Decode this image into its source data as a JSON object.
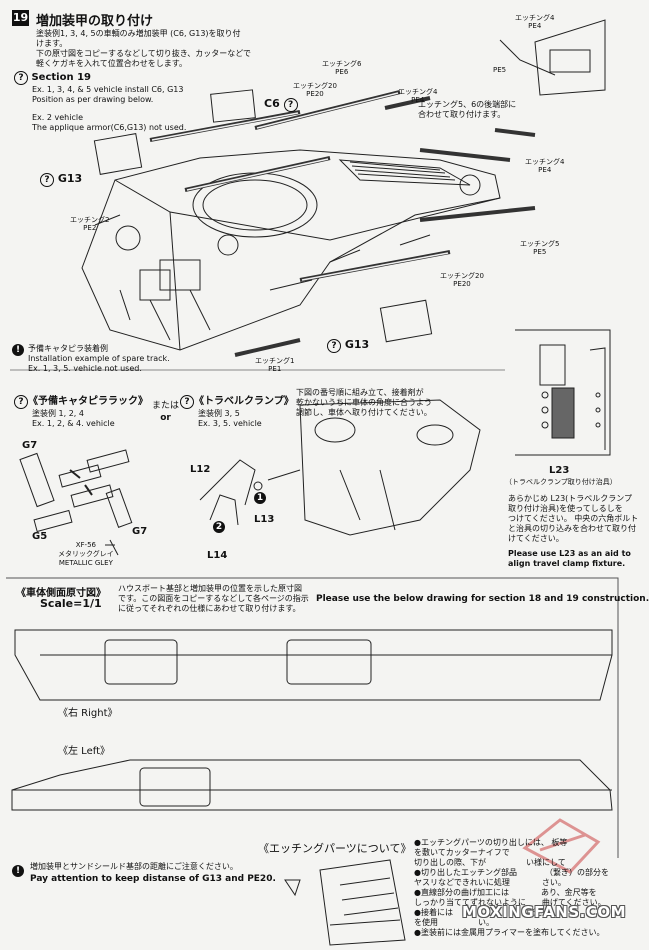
{
  "step": {
    "number": "19",
    "title_jp": "増加装甲の取り付け"
  },
  "intro_jp": [
    "塗装例1, 3, 4, 5の車輌のみ増加装甲 (C6, G13)を取り付",
    "けます。",
    "下の原寸図をコピーするなどして切り抜き、カッターなどで",
    "軽くケガキを入れて位置合わせをします。"
  ],
  "section": {
    "title": "Section 19",
    "line1": "Ex. 1, 3, 4, & 5 vehicle  install C6, G13",
    "line2": "Position as per drawing below.",
    "ex2": "Ex. 2  vehicle",
    "ex2_note": "The applique armor(C6,G13) not used."
  },
  "part_labels": {
    "c6": "C6",
    "g13_left": "G13",
    "g13_bottom": "G13",
    "pe6": [
      "エッチング6",
      "PE6"
    ],
    "pe20_top": [
      "エッチング20",
      "PE20"
    ],
    "pe4_top": [
      "エッチング4",
      "PE4"
    ],
    "pe4_right": [
      "エッチング4",
      "PE4"
    ],
    "pe4_corner": [
      "エッチング4",
      "PE4"
    ],
    "pe5_corner": "PE5",
    "pe2": [
      "エッチング2",
      "PE2"
    ],
    "pe5_right": [
      "エッチング5",
      "PE5"
    ],
    "pe20_bottom": [
      "エッチング20",
      "PE20"
    ],
    "pe1": [
      "エッチング1",
      "PE1"
    ],
    "pe56_note": [
      "エッチング5、6の後端部に",
      "合わせて取り付けます。"
    ]
  },
  "spare_track": {
    "jp": "予備キャタピラ装着例",
    "en1": "Installation example of spare track.",
    "en2": "Ex. 1,  3,  5. vehicle not used."
  },
  "rack": {
    "title": "《予備キャタピララック》",
    "jp": "塗装例 1, 2, 4",
    "en": "Ex. 1, 2, & 4. vehicle",
    "or_jp": "または",
    "or_en": "or",
    "g7a": "G7",
    "g7b": "G7",
    "g5": "G5",
    "paint_code": "XF-56",
    "paint_jp": "メタリックグレイ",
    "paint_en": "METALLIC GLEY"
  },
  "clamp": {
    "title": "《トラベルクランプ》",
    "jp": "塗装例 3, 5",
    "en": "Ex. 3,  5. vehicle",
    "note_jp": [
      "下図の番号順に組み立て、接着剤が",
      "乾かないうちに車体の角度に合うよう",
      "調節し、車体へ取り付けてください。"
    ],
    "l12": "L12",
    "l13": "L13",
    "l14": "L14",
    "n1": "1",
    "n2": "2"
  },
  "l23": {
    "label": "L23",
    "sub": "（トラベルクランプ取り付け治具）",
    "jp": [
      "あらかじめ L23(トラベルクランプ",
      "取り付け治具)を使ってしるしを",
      "つけてください。 中央の六角ボルト",
      "と治具の切り込みを合わせて取り付",
      "けてください。"
    ],
    "en": [
      "Please use L23 as an aid to",
      "align travel clamp fixture."
    ]
  },
  "scale_section": {
    "title_jp": "《車体側面原寸図》",
    "scale": "Scale=1/1",
    "jp": [
      "ハウスボート基部と増加装甲の位置を示した原寸図",
      "です。この図面をコピーするなどして各ページの指示",
      "に従ってそれぞれの仕様にあわせて取り付けます。"
    ],
    "en": "Please use the below drawing for section 18 and 19 construction.",
    "right": "《右 Right》",
    "left": "《左 Left》"
  },
  "bottom_note": {
    "jp": "増加装甲とサンドシールド基部の距離にご注意ください。",
    "en": "Pay attention to keep distanse of G13 and PE20."
  },
  "etching": {
    "title": "《エッチングパーツについて》",
    "bullets": [
      "●エッチングパーツの切り出しには、 板等",
      "を敷いてカッターナイフで",
      "切り出しの際、下が　　　　　い様にして",
      "●切り出したエッチング部品　　　　（繋ぎ）の部分を",
      "ヤスリなどできれいに処理　　　　さい。",
      "●直線部分の曲げ加工には　　　　あり、金尺等を",
      "しっかり当ててずれないように　　曲げてください。",
      "●接着には 　　　　　　　　　ださい。",
      "を使用　　　　　い。",
      "●塗装前には金属用プライマーを塗布してください。"
    ]
  },
  "watermark": "MOXINGFANS.COM"
}
